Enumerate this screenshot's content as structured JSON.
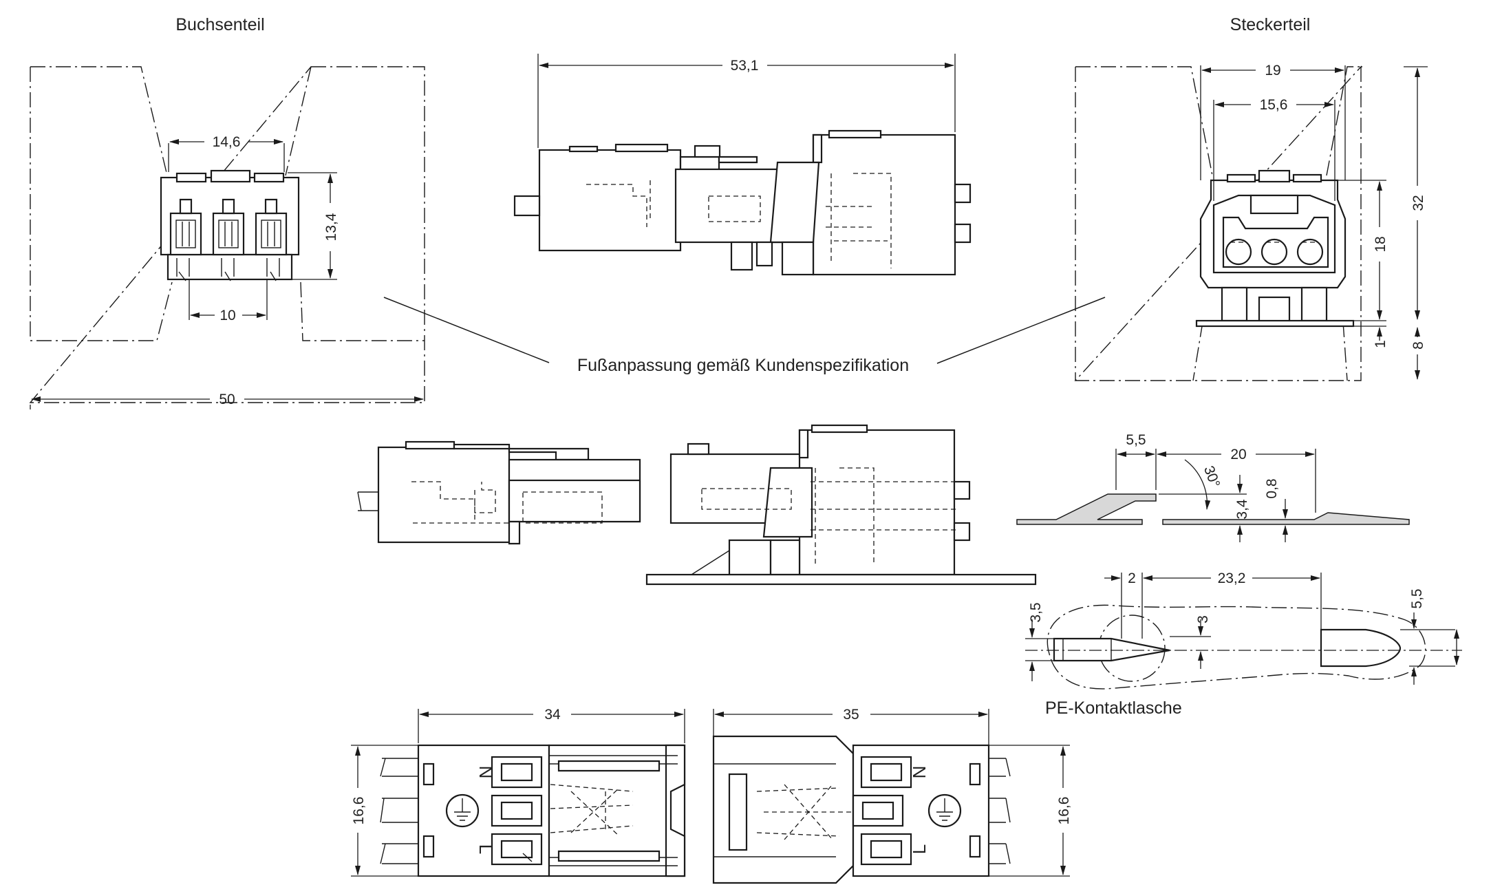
{
  "labels": {
    "socket_part": "Buchsenteil",
    "plug_part": "Steckerteil",
    "foot_note": "Fußanpassung gemäß Kundenspezifikation",
    "pe_tab": "PE-Kontaktlasche"
  },
  "dimensions": {
    "socket_top_width": "14,6",
    "socket_height": "13,4",
    "socket_pin_spacing": "10",
    "socket_envelope_width": "50",
    "side_length": "53,1",
    "plug_outer_width": "19",
    "plug_inner_width": "15,6",
    "plug_height": "18",
    "plug_total_height": "32",
    "plug_foot_1": "1",
    "plug_foot_8": "8",
    "bottom_left_length": "34",
    "bottom_right_length": "35",
    "bottom_left_height": "16,6",
    "bottom_right_height": "16,6",
    "pe_tab_5_5": "5,5",
    "pe_tab_20": "20",
    "pe_tab_angle": "30°",
    "pe_tab_3_4": "3,4",
    "pe_tab_0_8": "0,8",
    "pe_tab_2": "2",
    "pe_tab_23_2": "23,2",
    "pe_tab_3_5": "3,5",
    "pe_tab_3": "3",
    "pe_tab_5_5_right": "5,5"
  },
  "terminal_marks": {
    "neutral": "N",
    "line": "L"
  },
  "icons": {
    "earth": "protective-earth-icon"
  }
}
